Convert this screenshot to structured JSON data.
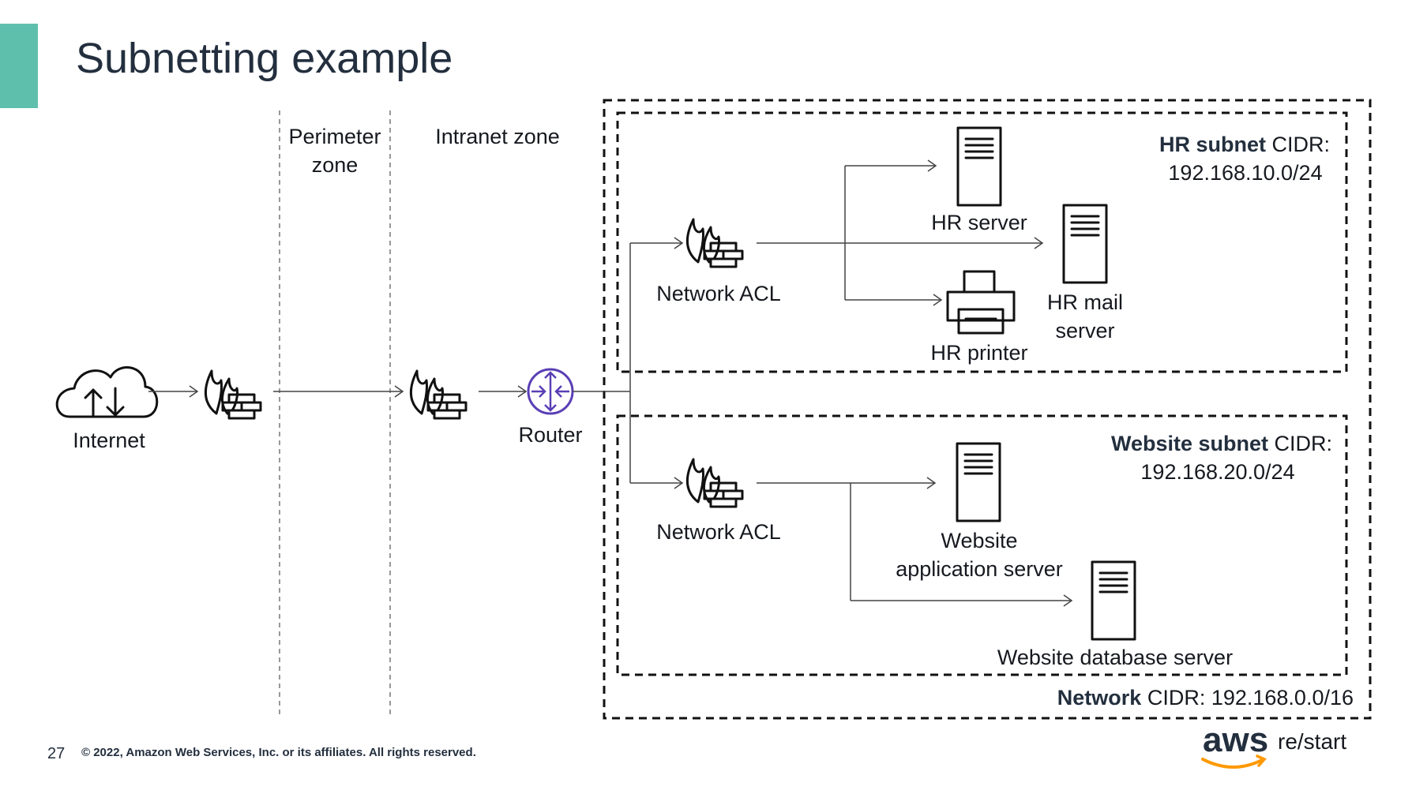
{
  "title": "Subnetting example",
  "zones": {
    "perimeter_line1": "Perimeter",
    "perimeter_line2": "zone",
    "intranet": "Intranet zone"
  },
  "nodes": {
    "internet": "Internet",
    "router": "Router",
    "acl_hr": "Network ACL",
    "acl_web": "Network ACL",
    "hr_server": "HR server",
    "hr_mail_line1": "HR mail",
    "hr_mail_line2": "server",
    "hr_printer": "HR printer",
    "web_app_line1": "Website",
    "web_app_line2": "application server",
    "web_db": "Website database server"
  },
  "subnets": {
    "hr_name": "HR subnet",
    "hr_cidr_label": " CIDR:",
    "hr_cidr": "192.168.10.0/24",
    "web_name": "Website subnet",
    "web_cidr_label": " CIDR:",
    "web_cidr": "192.168.20.0/24",
    "network_name": "Network",
    "network_cidr": " CIDR: 192.168.0.0/16"
  },
  "footer": {
    "page_number": "27",
    "copyright": "© 2022, Amazon Web Services, Inc. or its affiliates. All rights reserved.",
    "logo_text": "aws",
    "logo_suffix": "re/start"
  },
  "colors": {
    "accent_bar": "#5fbfad",
    "router_purple": "#5a3fb5",
    "logo_orange": "#ff9900"
  }
}
